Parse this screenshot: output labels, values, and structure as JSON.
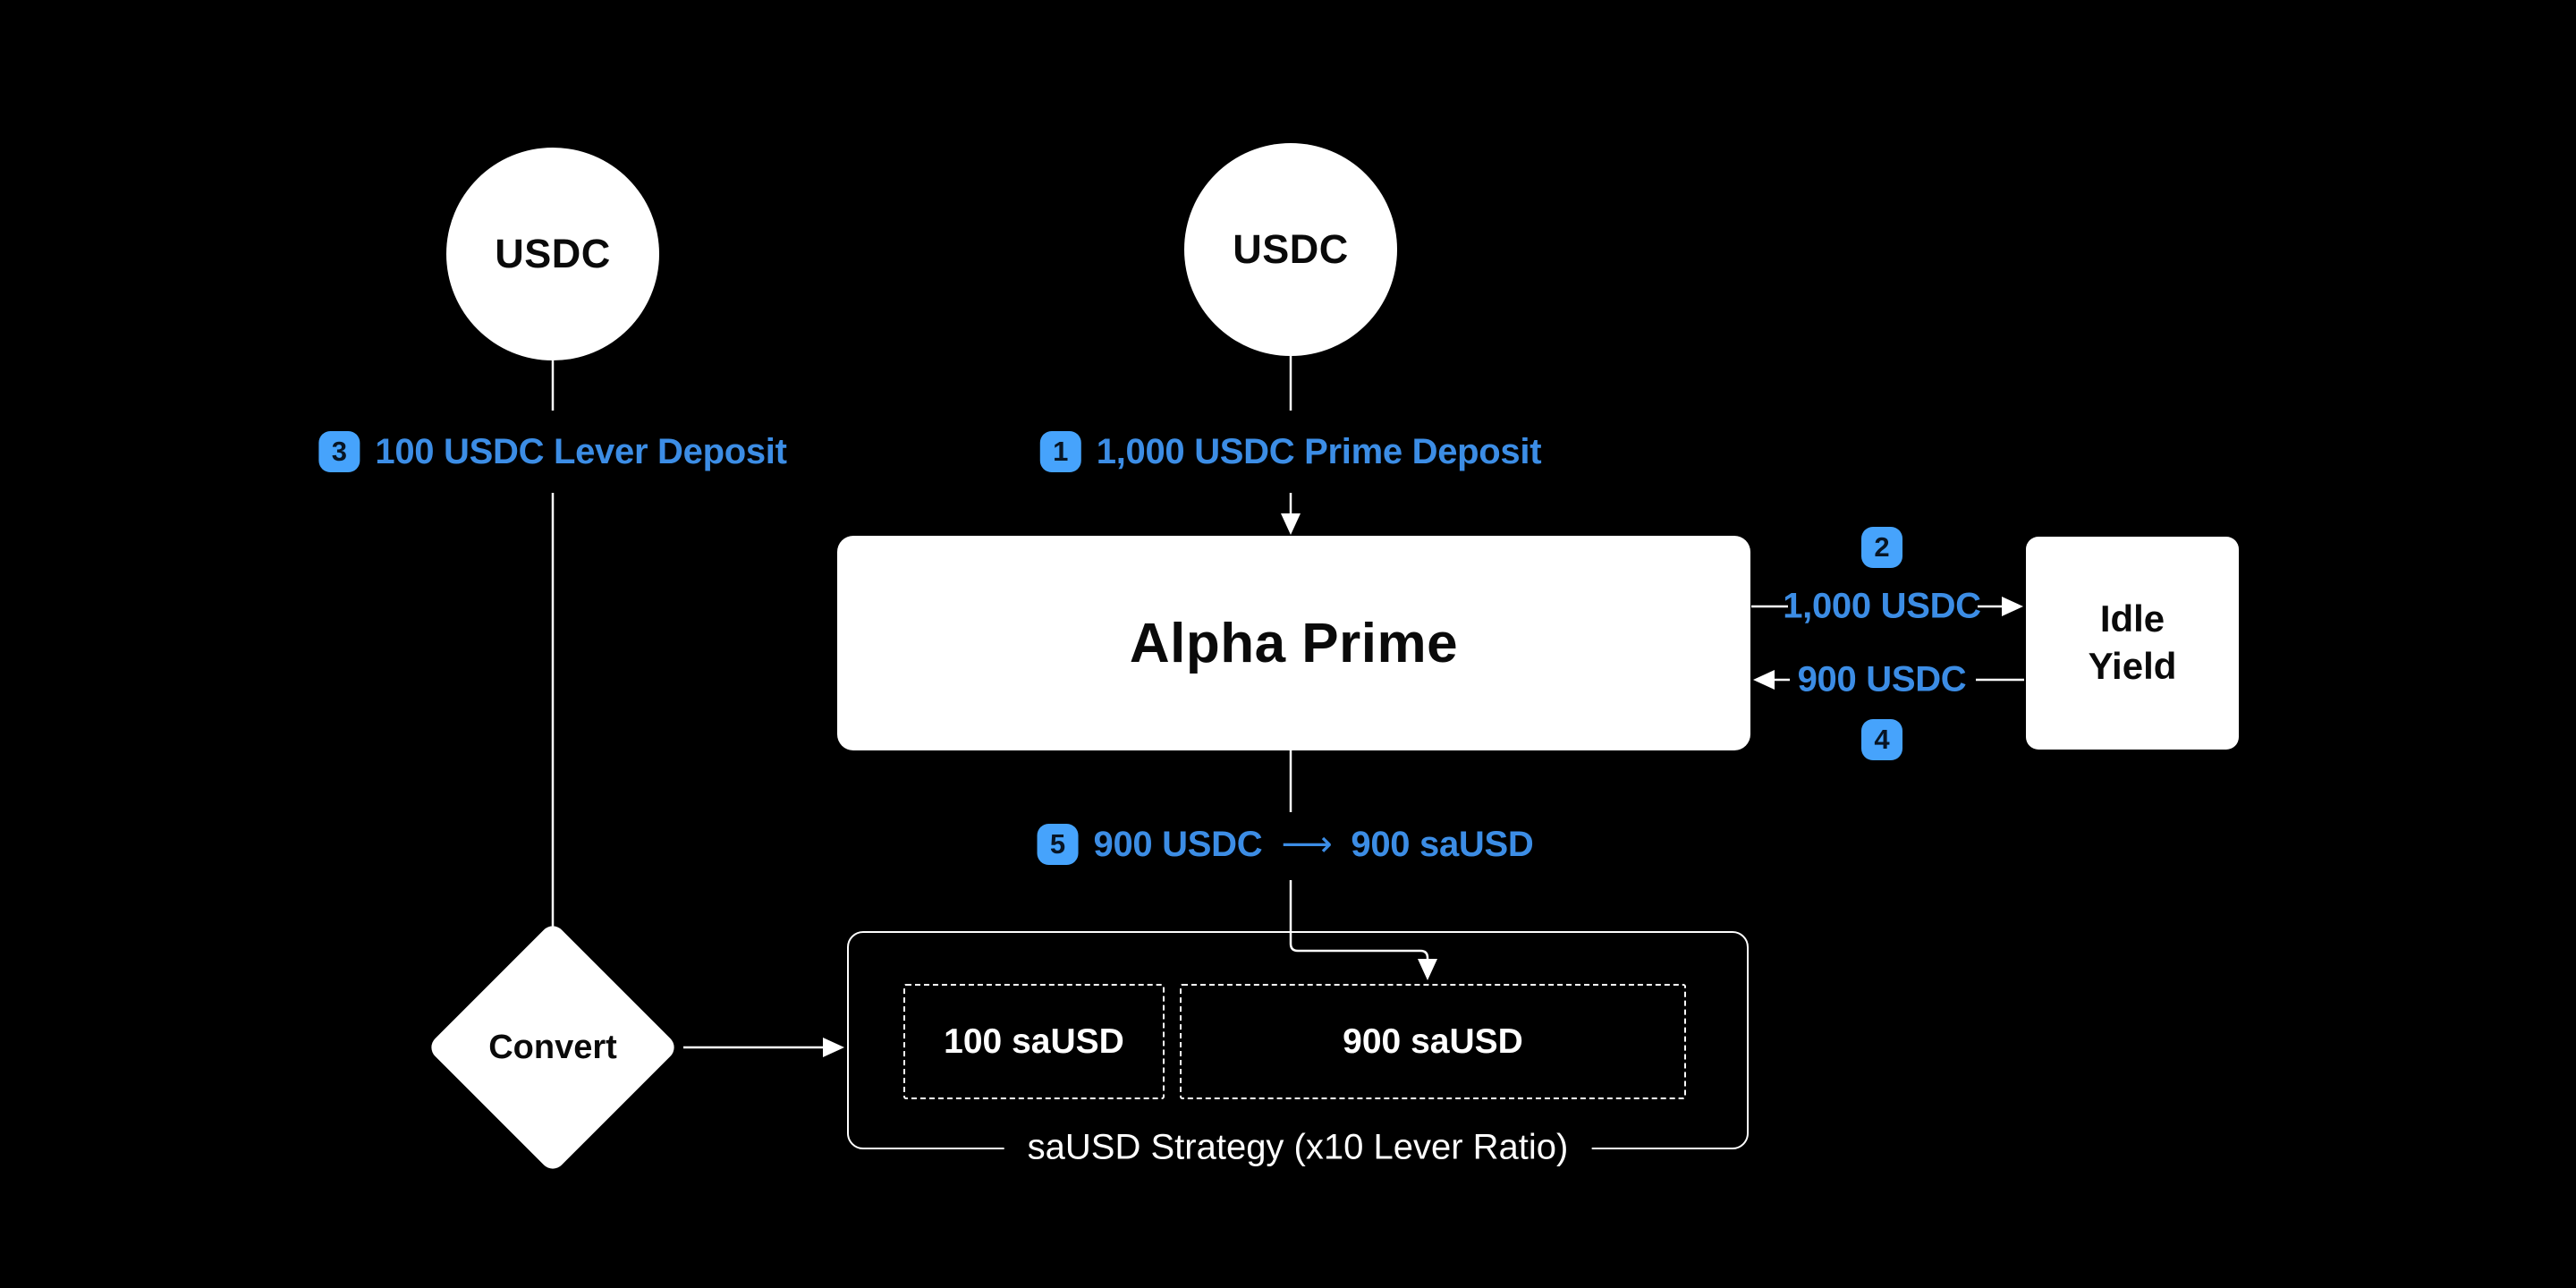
{
  "colors": {
    "background": "#000000",
    "node_fill": "#ffffff",
    "node_text": "#0a0a0a",
    "line": "#ffffff",
    "badge_bg": "#46a3fc",
    "badge_text": "#081524",
    "label_blue": "#3c8de5"
  },
  "diagram": {
    "tokens": {
      "left": "USDC",
      "center": "USDC"
    },
    "alpha_prime": "Alpha Prime",
    "idle_yield": "Idle Yield",
    "convert": "Convert",
    "strategy_label": "saUSD Strategy (x10 Lever Ratio)",
    "slot_small": "100 saUSD",
    "slot_large": "900 saUSD",
    "step1": {
      "num": "1",
      "text": "1,000 USDC Prime Deposit"
    },
    "step2": {
      "num": "2",
      "text": "1,000 USDC"
    },
    "step3": {
      "num": "3",
      "text": "100 USDC Lever Deposit"
    },
    "step4": {
      "num": "4",
      "text": "900 USDC"
    },
    "step5": {
      "num": "5",
      "text_from": "900 USDC",
      "arrow": "⟶",
      "text_to": "900 saUSD"
    }
  }
}
